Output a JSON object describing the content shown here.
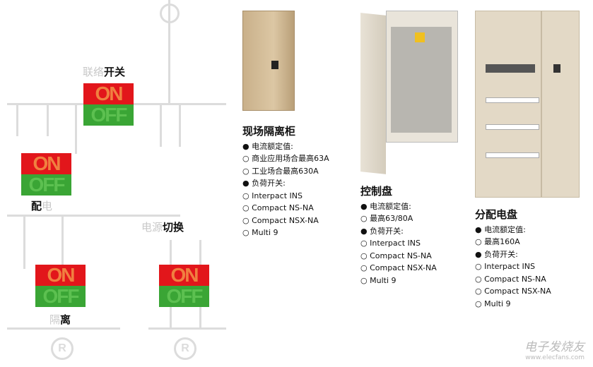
{
  "diagram": {
    "labels": {
      "tie_switch": {
        "gray": "联络",
        "dark": "开关"
      },
      "distribution": {
        "dark": "配",
        "gray": "电"
      },
      "source_transfer": {
        "gray": "电源",
        "dark": "切换"
      },
      "isolation": {
        "gray": "隔",
        "dark": "离"
      }
    },
    "switch": {
      "on": "ON",
      "off": "OFF"
    },
    "colors": {
      "on": "#e2161b",
      "off": "#3aa535",
      "line": "#dcdcdc"
    }
  },
  "panels": [
    {
      "title": "现场隔离柜",
      "items": [
        {
          "bullet": "filled",
          "text": "电流额定值:"
        },
        {
          "bullet": "open",
          "text": "商业应用场合最高63A"
        },
        {
          "bullet": "open",
          "text": "工业场合最高630A"
        },
        {
          "bullet": "filled",
          "text": "负荷开关:"
        },
        {
          "bullet": "open",
          "text": "Interpact INS"
        },
        {
          "bullet": "open",
          "text": "Compact NS-NA"
        },
        {
          "bullet": "open",
          "text": "Compact NSX-NA"
        },
        {
          "bullet": "open",
          "text": "Multi 9"
        }
      ]
    },
    {
      "title": "控制盘",
      "items": [
        {
          "bullet": "filled",
          "text": "电流额定值:"
        },
        {
          "bullet": "open",
          "text": "最高63/80A"
        },
        {
          "bullet": "filled",
          "text": "负荷开关:"
        },
        {
          "bullet": "open",
          "text": "Interpact INS"
        },
        {
          "bullet": "open",
          "text": "Compact NS-NA"
        },
        {
          "bullet": "open",
          "text": "Compact NSX-NA"
        },
        {
          "bullet": "open",
          "text": "Multi 9"
        }
      ]
    },
    {
      "title": "分配电盘",
      "items": [
        {
          "bullet": "filled",
          "text": "电流额定值:"
        },
        {
          "bullet": "open",
          "text": "最高160A"
        },
        {
          "bullet": "filled",
          "text": "负荷开关:"
        },
        {
          "bullet": "open",
          "text": "Interpact INS"
        },
        {
          "bullet": "open",
          "text": "Compact NS-NA"
        },
        {
          "bullet": "open",
          "text": "Compact NSX-NA"
        },
        {
          "bullet": "open",
          "text": "Multi 9"
        }
      ]
    }
  ],
  "watermark": {
    "cn": "电子发烧友",
    "url": "www.elecfans.com"
  }
}
